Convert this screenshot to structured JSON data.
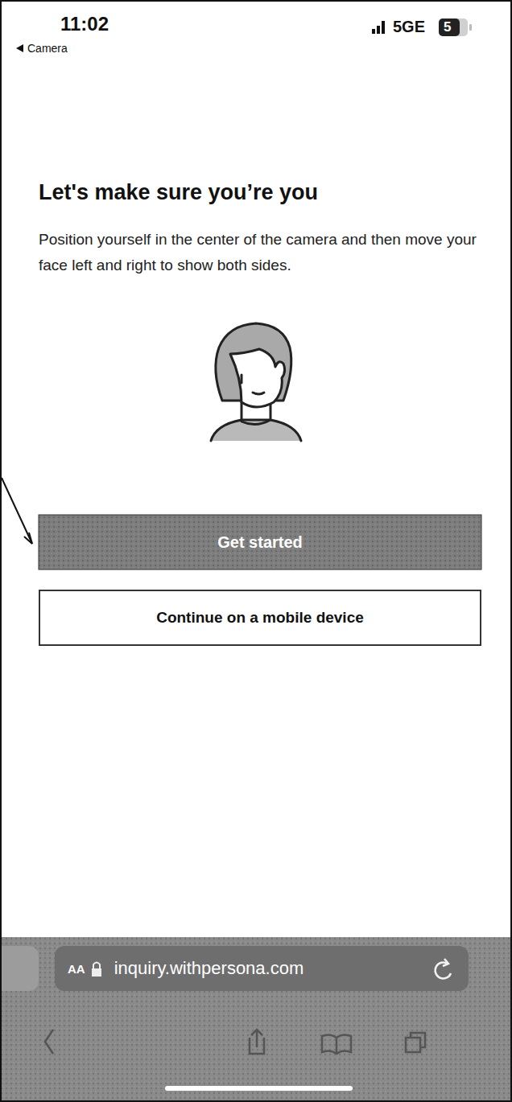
{
  "diagram": {
    "title": "Let's make sure you’re you",
    "nodes": [
      {
        "text": [
          "Get started"
        ]
      },
      {
        "text": [
          "Continue on a mobile device"
        ]
      },
      {
        "text": [
          "AA",
          "inquiry.withpersona.com"
        ]
      }
    ],
    "labels": [
      "11:02",
      "Camera",
      "5GE",
      "5",
      "Position yourself in the center of the camera and then move your face left and right to show both sides."
    ]
  }
}
